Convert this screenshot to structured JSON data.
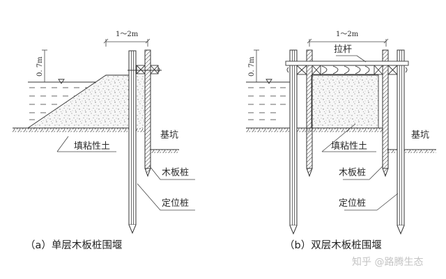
{
  "diagram": {
    "panel_a": {
      "caption": "（a）单层木板桩围堰",
      "dimension_width": "1～2m",
      "dimension_height": "0. 7m",
      "labels": {
        "pit": "基坑",
        "fill": "填粘性土",
        "sheet_pile": "木板桩",
        "locating_pile": "定位桩"
      }
    },
    "panel_b": {
      "caption": "（b）双层木板桩围堰",
      "dimension_width": "1～2m",
      "dimension_height": "0. 7m",
      "labels": {
        "tie_rod": "拉杆",
        "pit": "基坑",
        "fill": "填粘性土",
        "sheet_pile": "木板桩",
        "locating_pile": "定位桩"
      }
    },
    "watermark": "知乎 @路腾生态"
  }
}
